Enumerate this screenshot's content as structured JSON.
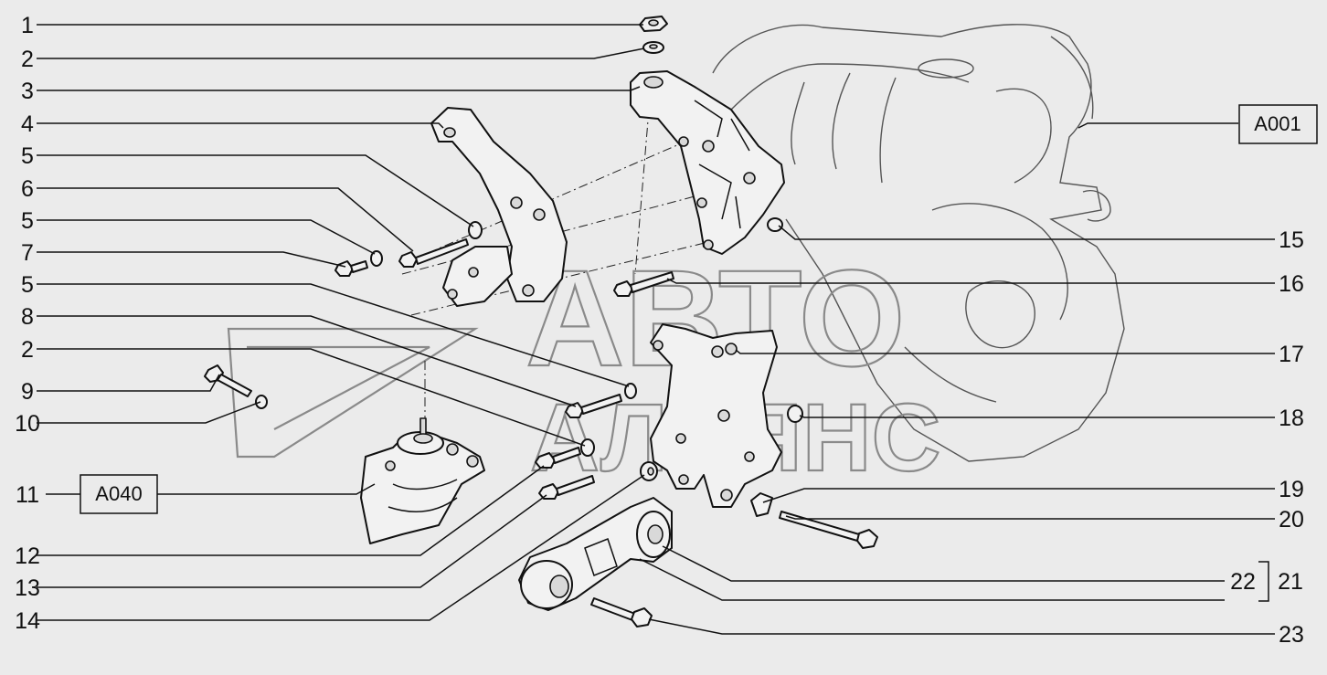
{
  "left_labels": [
    "1",
    "2",
    "3",
    "4",
    "5",
    "6",
    "5",
    "7",
    "5",
    "8",
    "2",
    "9",
    "10",
    "11",
    "12",
    "13",
    "14"
  ],
  "right_labels": [
    "15",
    "16",
    "17",
    "18",
    "19",
    "20",
    "22",
    "21",
    "23"
  ],
  "ref_boxes": {
    "engine": "A001",
    "mount": "A040"
  },
  "watermark": {
    "line1": "АВТО",
    "line2": "АЛЬЯНС"
  }
}
